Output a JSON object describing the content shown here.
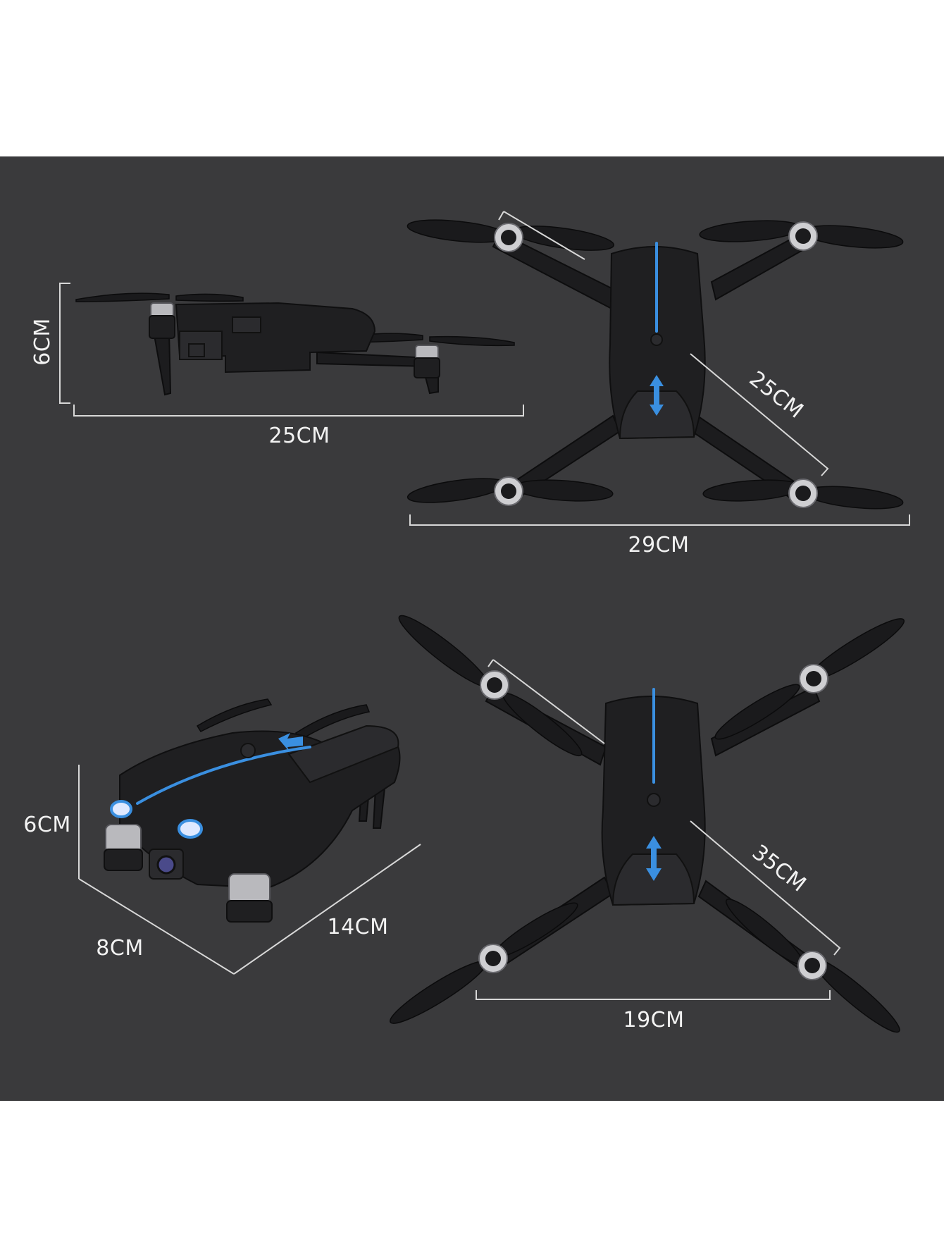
{
  "colors": {
    "panel": "#3a3a3c",
    "accent_blue": "#3a8fe0",
    "dimension_lines": "#d8d8d8"
  },
  "dimensions": {
    "side_height": "6CM",
    "side_length": "25CM",
    "top_folded_diagonal": "25CM",
    "top_folded_width": "29CM",
    "folded_height": "6CM",
    "folded_depth": "8CM",
    "folded_length": "14CM",
    "top_open_diagonal": "35CM",
    "top_open_width": "19CM"
  }
}
